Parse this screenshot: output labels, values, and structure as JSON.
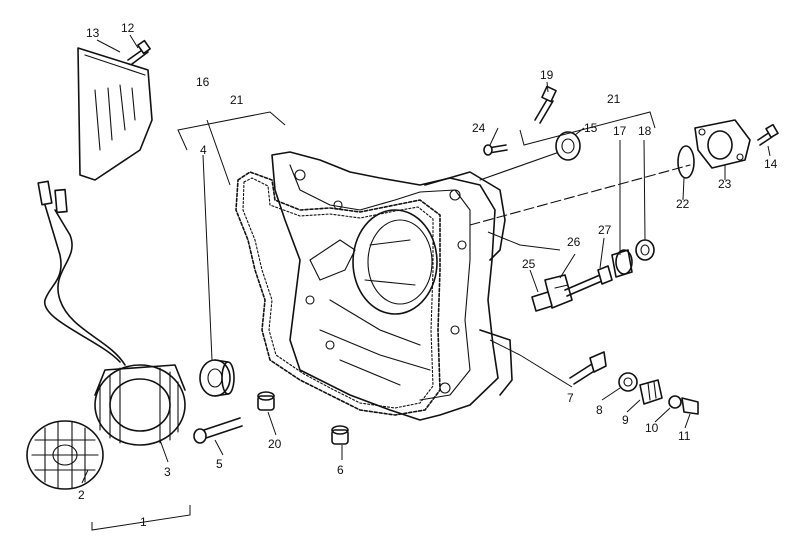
{
  "diagram": {
    "callouts": [
      "1",
      "2",
      "3",
      "4",
      "5",
      "6",
      "7",
      "8",
      "9",
      "10",
      "11",
      "12",
      "13",
      "14",
      "15",
      "16",
      "17",
      "18",
      "19",
      "20",
      "21",
      "21",
      "22",
      "23",
      "24",
      "25",
      "26",
      "27"
    ],
    "colors": {
      "ink": "#111111",
      "paper": "#ffffff"
    }
  }
}
